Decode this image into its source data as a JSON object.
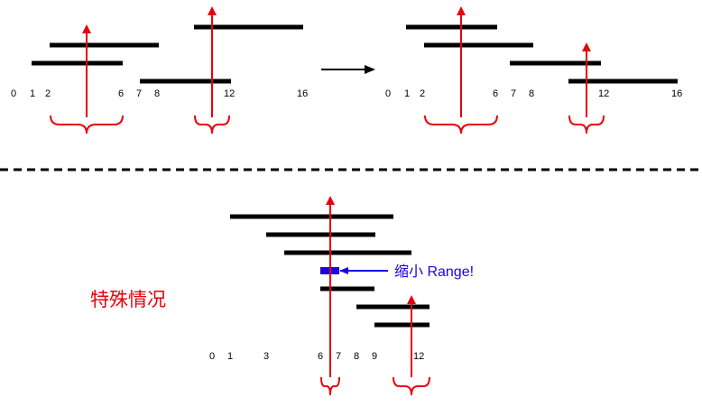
{
  "colors": {
    "interval": "#000000",
    "arrow": "#e8000b",
    "brace": "#e8000b",
    "highlight": "#1a00e6",
    "note_text": "#1a00e6",
    "special_text": "#e8000b"
  },
  "panel_top_left": {
    "ticks": [
      "0",
      "1",
      "2",
      "6",
      "7",
      "8",
      "12",
      "16"
    ]
  },
  "panel_top_right": {
    "ticks": [
      "0",
      "1",
      "2",
      "6",
      "7",
      "8",
      "12",
      "16"
    ]
  },
  "panel_bottom": {
    "ticks": [
      "0",
      "1",
      "3",
      "6",
      "7",
      "8",
      "9",
      "12"
    ],
    "note": "缩小 Range!",
    "special_label": "特殊情况"
  },
  "transition": {
    "icon": "right-arrow-icon"
  },
  "separator": {
    "style": "dashed"
  }
}
